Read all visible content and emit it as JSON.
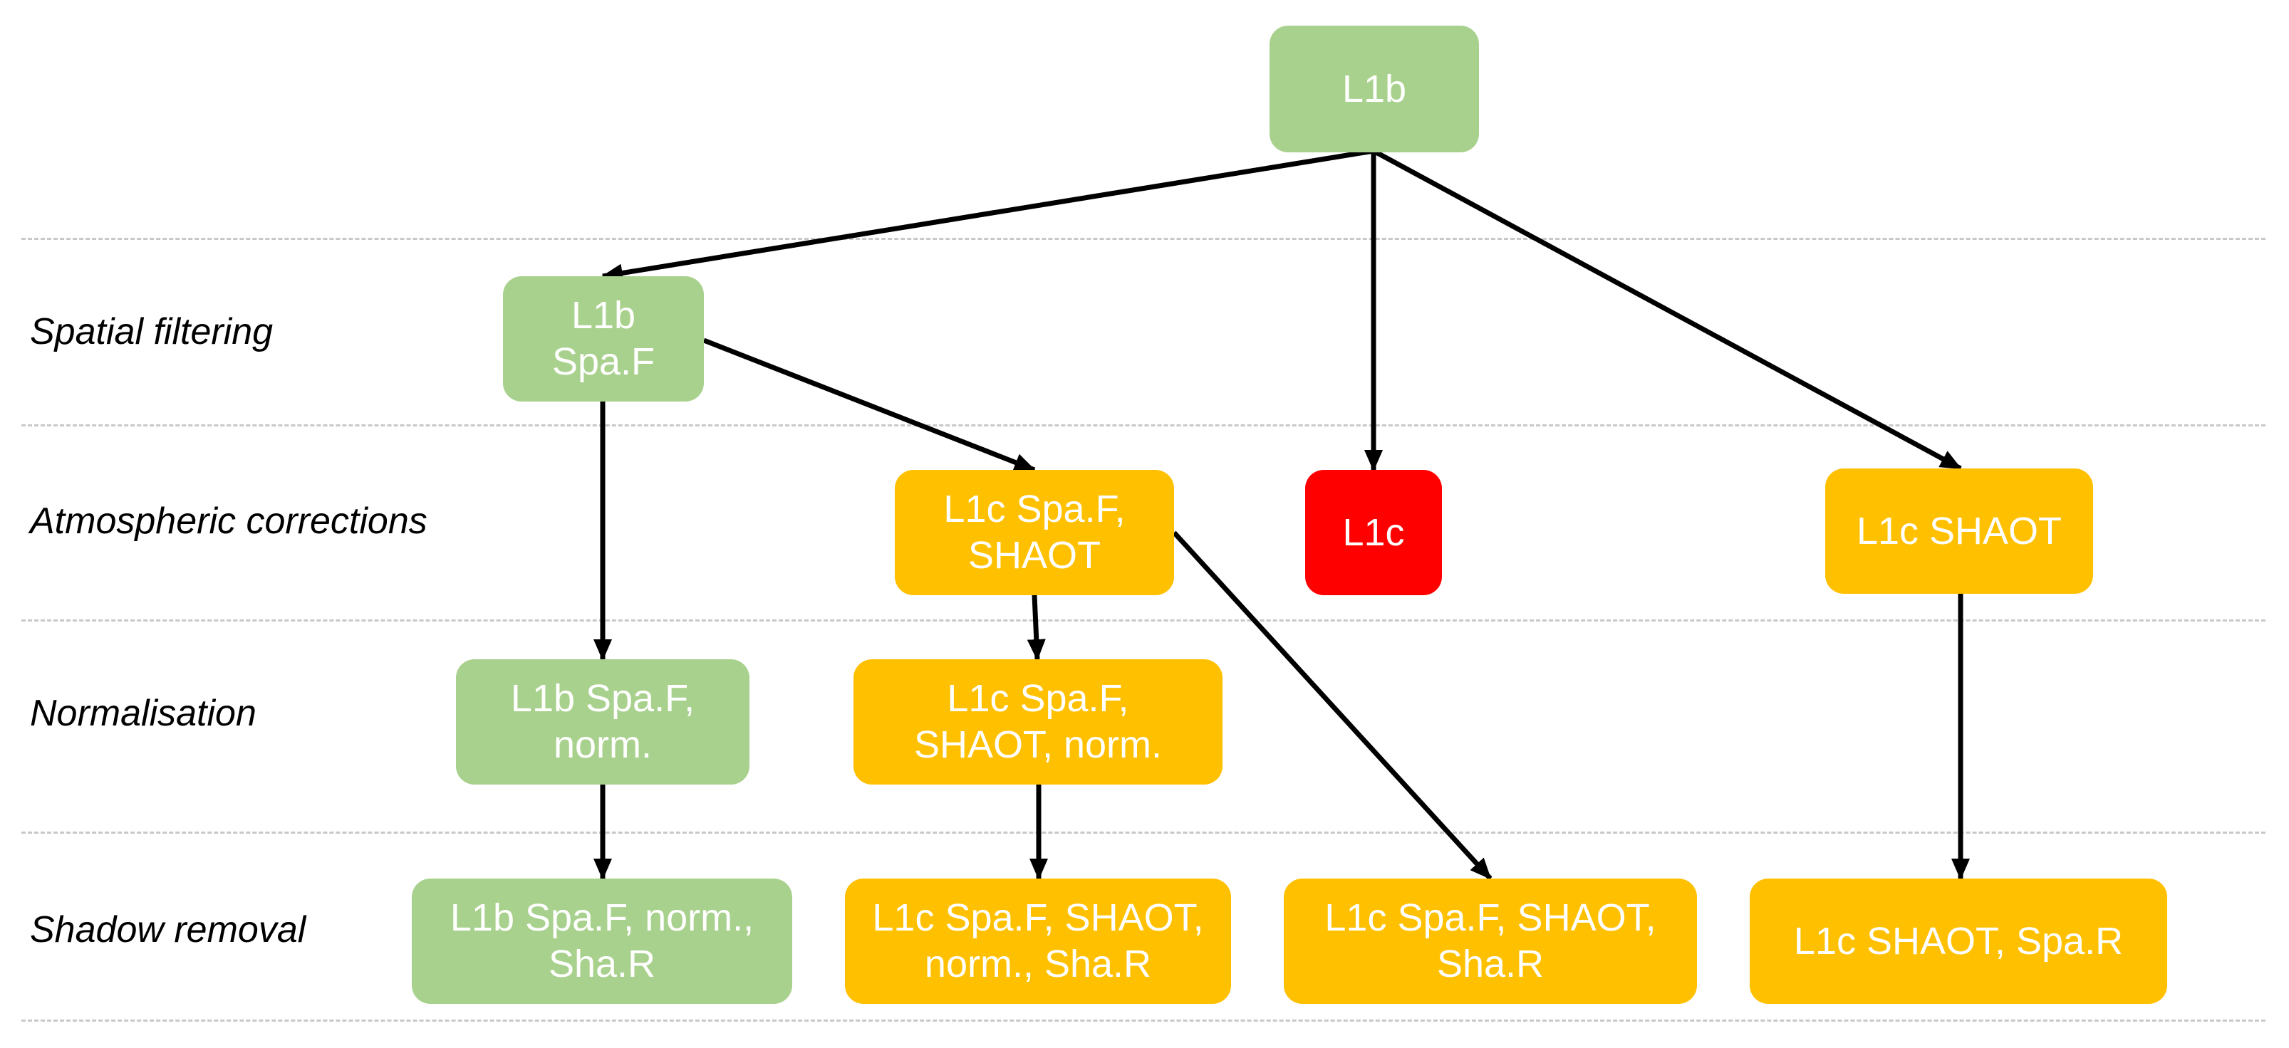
{
  "rows": [
    {
      "id": "spatial",
      "label": "Spatial filtering"
    },
    {
      "id": "atmos",
      "label": "Atmospheric corrections"
    },
    {
      "id": "norm",
      "label": "Normalisation"
    },
    {
      "id": "shadow",
      "label": "Shadow removal"
    }
  ],
  "nodes": [
    {
      "id": "l1b",
      "label": "L1b",
      "color": "#a9d18e"
    },
    {
      "id": "l1b-spaf",
      "label": "L1b\nSpa.F",
      "color": "#a9d18e"
    },
    {
      "id": "l1c-spaf-shaot",
      "label": "L1c Spa.F,\nSHAOT",
      "color": "#ffc000"
    },
    {
      "id": "l1c",
      "label": "L1c",
      "color": "#ff0000"
    },
    {
      "id": "l1c-shaot",
      "label": "L1c SHAOT",
      "color": "#ffc000"
    },
    {
      "id": "l1b-spaf-norm",
      "label": "L1b Spa.F,\nnorm.",
      "color": "#a9d18e"
    },
    {
      "id": "l1c-spaf-shaot-norm",
      "label": "L1c Spa.F,\nSHAOT, norm.",
      "color": "#ffc000"
    },
    {
      "id": "l1b-spaf-norm-shar",
      "label": "L1b Spa.F, norm.,\nSha.R",
      "color": "#a9d18e"
    },
    {
      "id": "l1c-spaf-shaot-norm-shar",
      "label": "L1c Spa.F, SHAOT,\nnorm., Sha.R",
      "color": "#ffc000"
    },
    {
      "id": "l1c-spaf-shaot-shar",
      "label": "L1c Spa.F, SHAOT,\nSha.R",
      "color": "#ffc000"
    },
    {
      "id": "l1c-shaot-spar",
      "label": "L1c SHAOT, Spa.R",
      "color": "#ffc000"
    }
  ],
  "edges": [
    {
      "from": "l1b",
      "to": "l1b-spaf"
    },
    {
      "from": "l1b",
      "to": "l1c"
    },
    {
      "from": "l1b",
      "to": "l1c-shaot"
    },
    {
      "from": "l1b-spaf",
      "to": "l1c-spaf-shaot"
    },
    {
      "from": "l1b-spaf",
      "to": "l1b-spaf-norm"
    },
    {
      "from": "l1c-spaf-shaot",
      "to": "l1c-spaf-shaot-norm"
    },
    {
      "from": "l1c-spaf-shaot",
      "to": "l1c-spaf-shaot-shar"
    },
    {
      "from": "l1c-shaot",
      "to": "l1c-shaot-spar"
    },
    {
      "from": "l1b-spaf-norm",
      "to": "l1b-spaf-norm-shar"
    },
    {
      "from": "l1c-spaf-shaot-norm",
      "to": "l1c-spaf-shaot-norm-shar"
    }
  ]
}
